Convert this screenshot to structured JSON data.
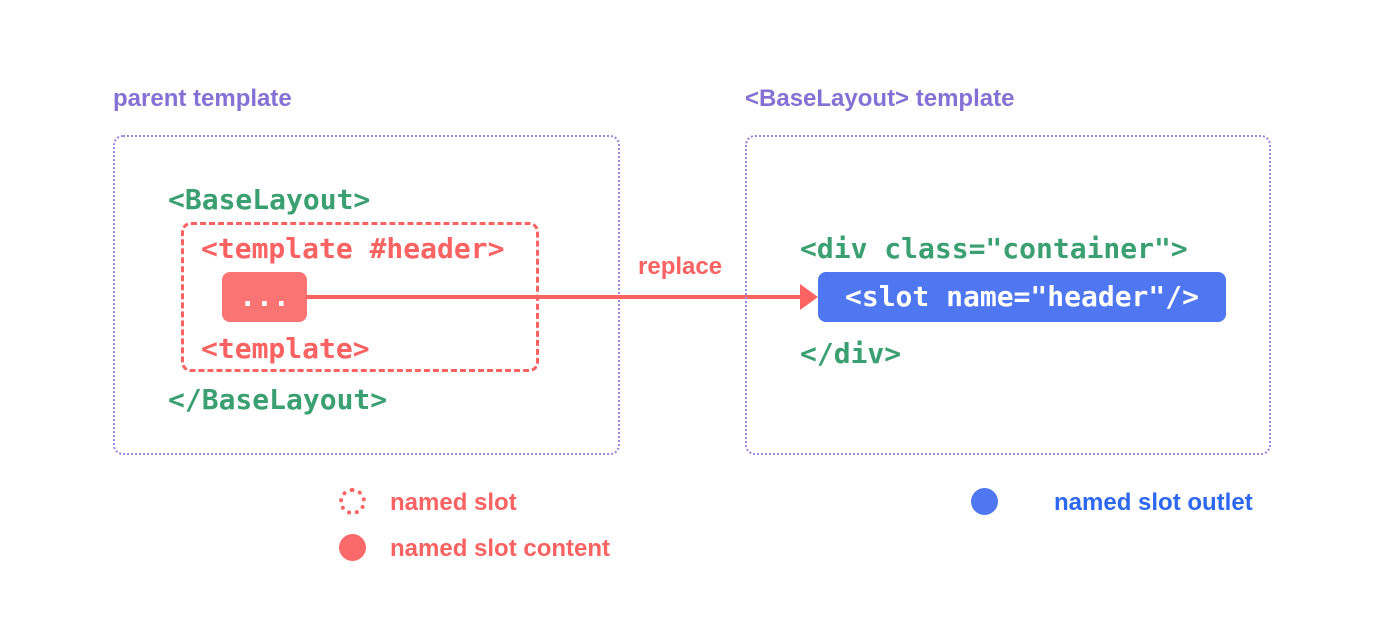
{
  "colors": {
    "purple": "#8571d6",
    "purple_border": "#9a86e0",
    "green": "#3ba071",
    "red": "#fb6262",
    "red_fill": "#fb7474",
    "blue_fill": "#5077f2",
    "blue_text": "#2d68f2",
    "background": "#ffffff"
  },
  "left_panel": {
    "title": "parent template",
    "code": {
      "open_tag": "<BaseLayout>",
      "template_open": "<template #header>",
      "slot_content": "...",
      "template_close": "<template>",
      "close_tag": "</BaseLayout>"
    }
  },
  "arrow": {
    "label": "replace"
  },
  "right_panel": {
    "title": "<BaseLayout> template",
    "code": {
      "div_open": "<div class=\"container\">",
      "slot_outlet": "<slot name=\"header\"/>",
      "div_close": "</div>"
    }
  },
  "legend": {
    "named_slot": "named slot",
    "named_slot_content": "named slot content",
    "named_slot_outlet": "named slot outlet"
  }
}
